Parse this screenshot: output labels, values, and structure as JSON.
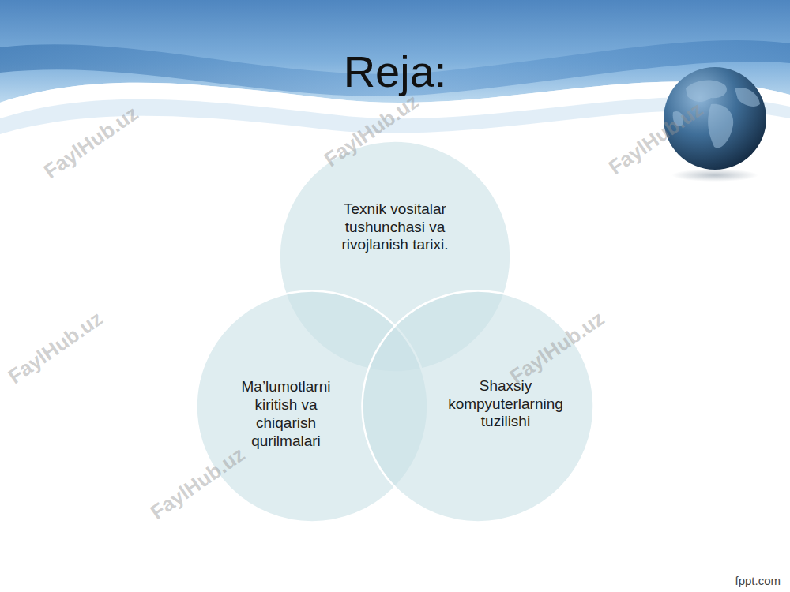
{
  "diagram": {
    "title": "Reja:",
    "nodes": [
      {
        "text": [
          "Texnik vositalar tushunchasi va rivojlanish tarixi."
        ]
      },
      {
        "text": [
          "Ma’lumotlarni kiritish va chiqarish qurilmalari"
        ]
      },
      {
        "text": [
          "Shaxsiy kompyuterlarning tuzilishi"
        ]
      }
    ],
    "labels": [
      "FaylHub.uz",
      "FaylHub.uz",
      "FaylHub.uz",
      "FaylHub.uz",
      "FaylHub.uz",
      "FaylHub.uz",
      "fppt.com"
    ]
  }
}
